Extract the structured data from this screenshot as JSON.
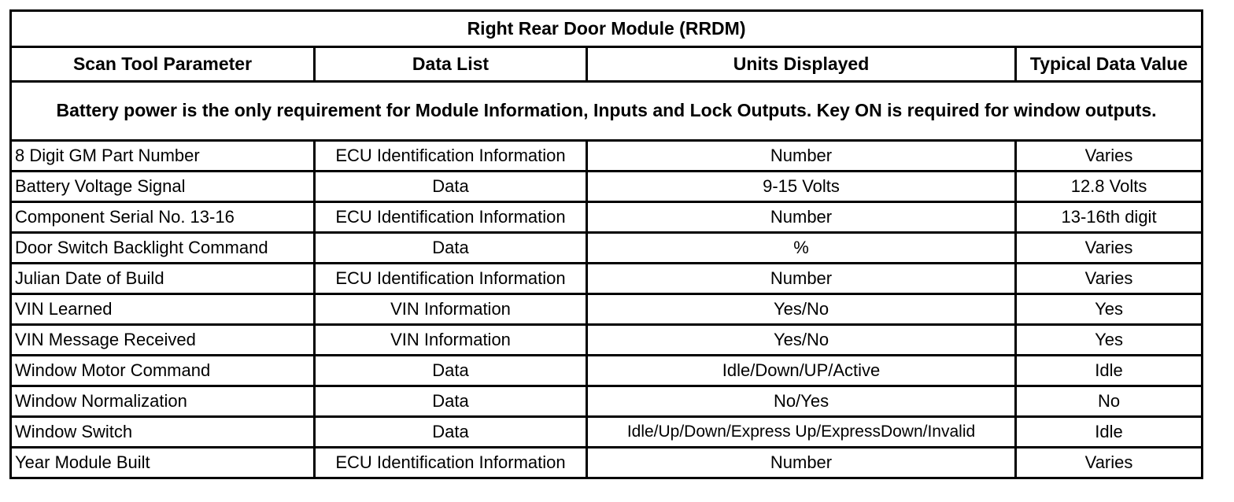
{
  "table": {
    "title": "Right Rear Door Module (RRDM)",
    "columns": [
      "Scan Tool Parameter",
      "Data List",
      "Units Displayed",
      "Typical Data Value"
    ],
    "note": "Battery power is the only requirement for Module Information, Inputs and Lock Outputs. Key ON is required for window outputs.",
    "rows": [
      {
        "parameter": "8 Digit GM Part Number",
        "data_list": "ECU Identification Information",
        "units": "Number",
        "typical": "Varies"
      },
      {
        "parameter": "Battery Voltage Signal",
        "data_list": "Data",
        "units": "9-15 Volts",
        "typical": "12.8 Volts"
      },
      {
        "parameter": "Component Serial No. 13-16",
        "data_list": "ECU Identification Information",
        "units": "Number",
        "typical": "13-16th digit"
      },
      {
        "parameter": "Door Switch Backlight Command",
        "data_list": "Data",
        "units": "%",
        "typical": "Varies"
      },
      {
        "parameter": "Julian Date of Build",
        "data_list": "ECU Identification Information",
        "units": "Number",
        "typical": "Varies"
      },
      {
        "parameter": "VIN Learned",
        "data_list": "VIN Information",
        "units": "Yes/No",
        "typical": "Yes"
      },
      {
        "parameter": "VIN Message Received",
        "data_list": "VIN Information",
        "units": "Yes/No",
        "typical": "Yes"
      },
      {
        "parameter": "Window Motor Command",
        "data_list": "Data",
        "units": "Idle/Down/UP/Active",
        "typical": "Idle"
      },
      {
        "parameter": "Window Normalization",
        "data_list": "Data",
        "units": "No/Yes",
        "typical": "No"
      },
      {
        "parameter": "Window Switch",
        "data_list": "Data",
        "units": "Idle/Up/Down/Express Up/ExpressDown/Invalid",
        "typical": "Idle"
      },
      {
        "parameter": "Year Module Built",
        "data_list": "ECU Identification Information",
        "units": "Number",
        "typical": "Varies"
      }
    ]
  },
  "colors": {
    "border": "#000000",
    "text": "#000000",
    "background": "#ffffff"
  }
}
